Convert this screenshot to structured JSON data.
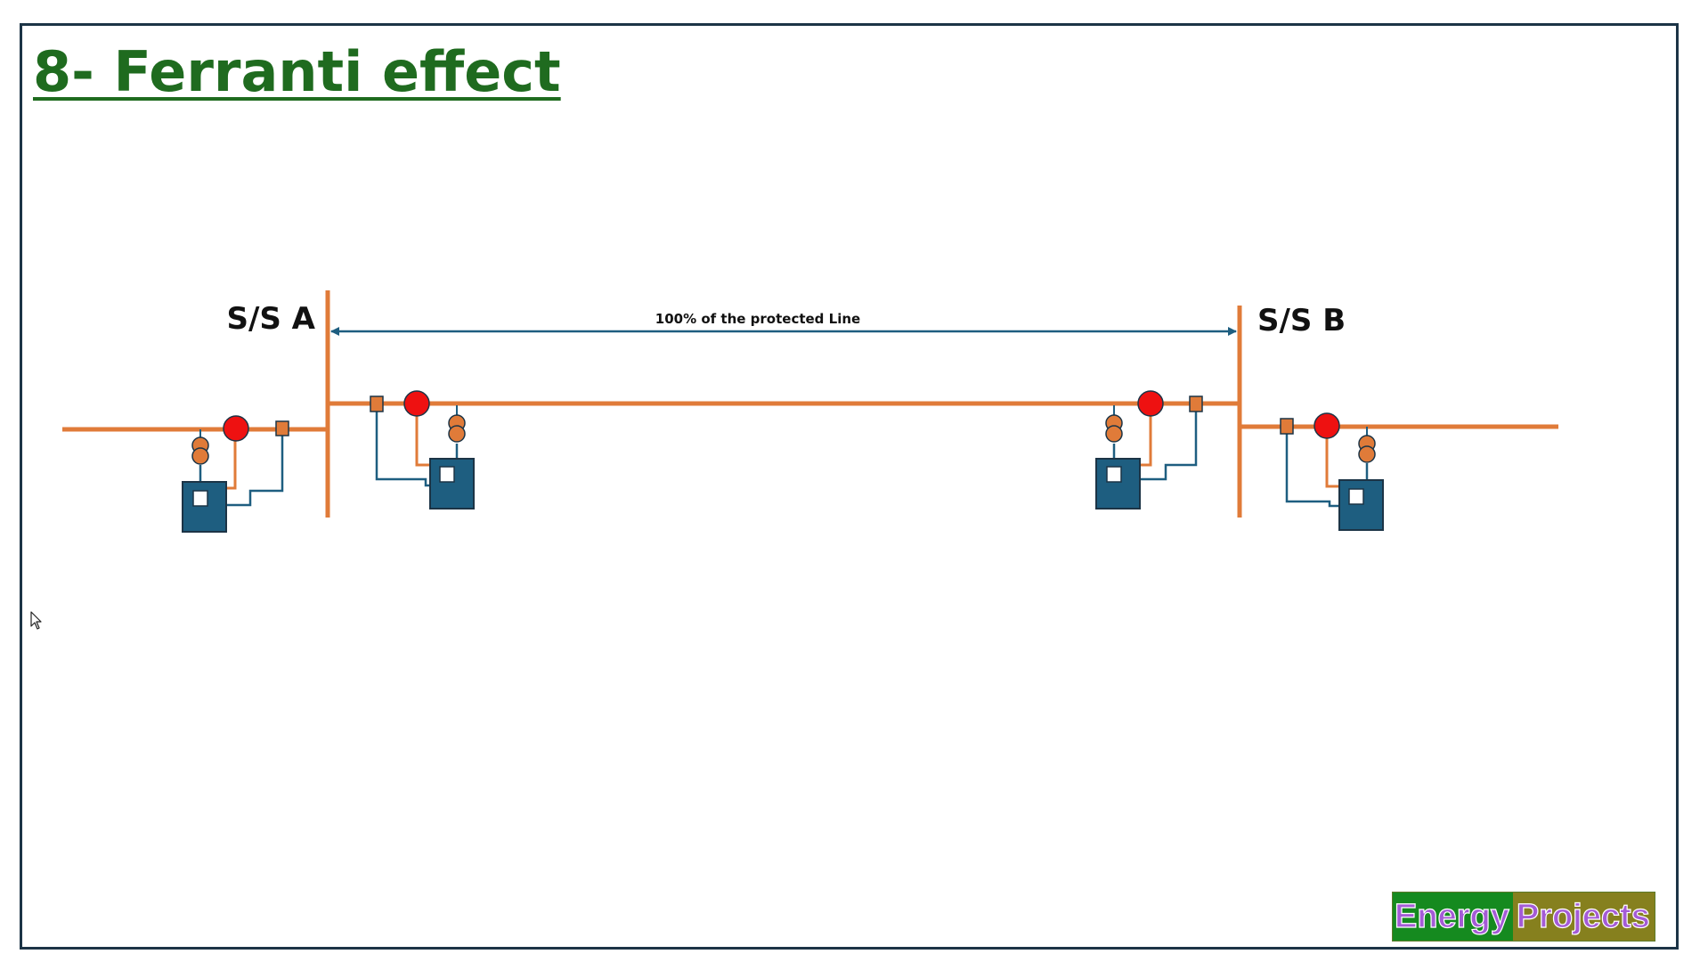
{
  "title": "8- Ferranti effect",
  "substation_a": "S/S A",
  "substation_b": "S/S B",
  "span_label": "100% of the protected Line",
  "logo": {
    "word1": "Energy",
    "word2": "Projects"
  },
  "colors": {
    "line": "#e07b39",
    "control": "#1e5e80",
    "breaker": "#ee1111",
    "title": "#1f6b1f",
    "frame": "#1c3446"
  }
}
